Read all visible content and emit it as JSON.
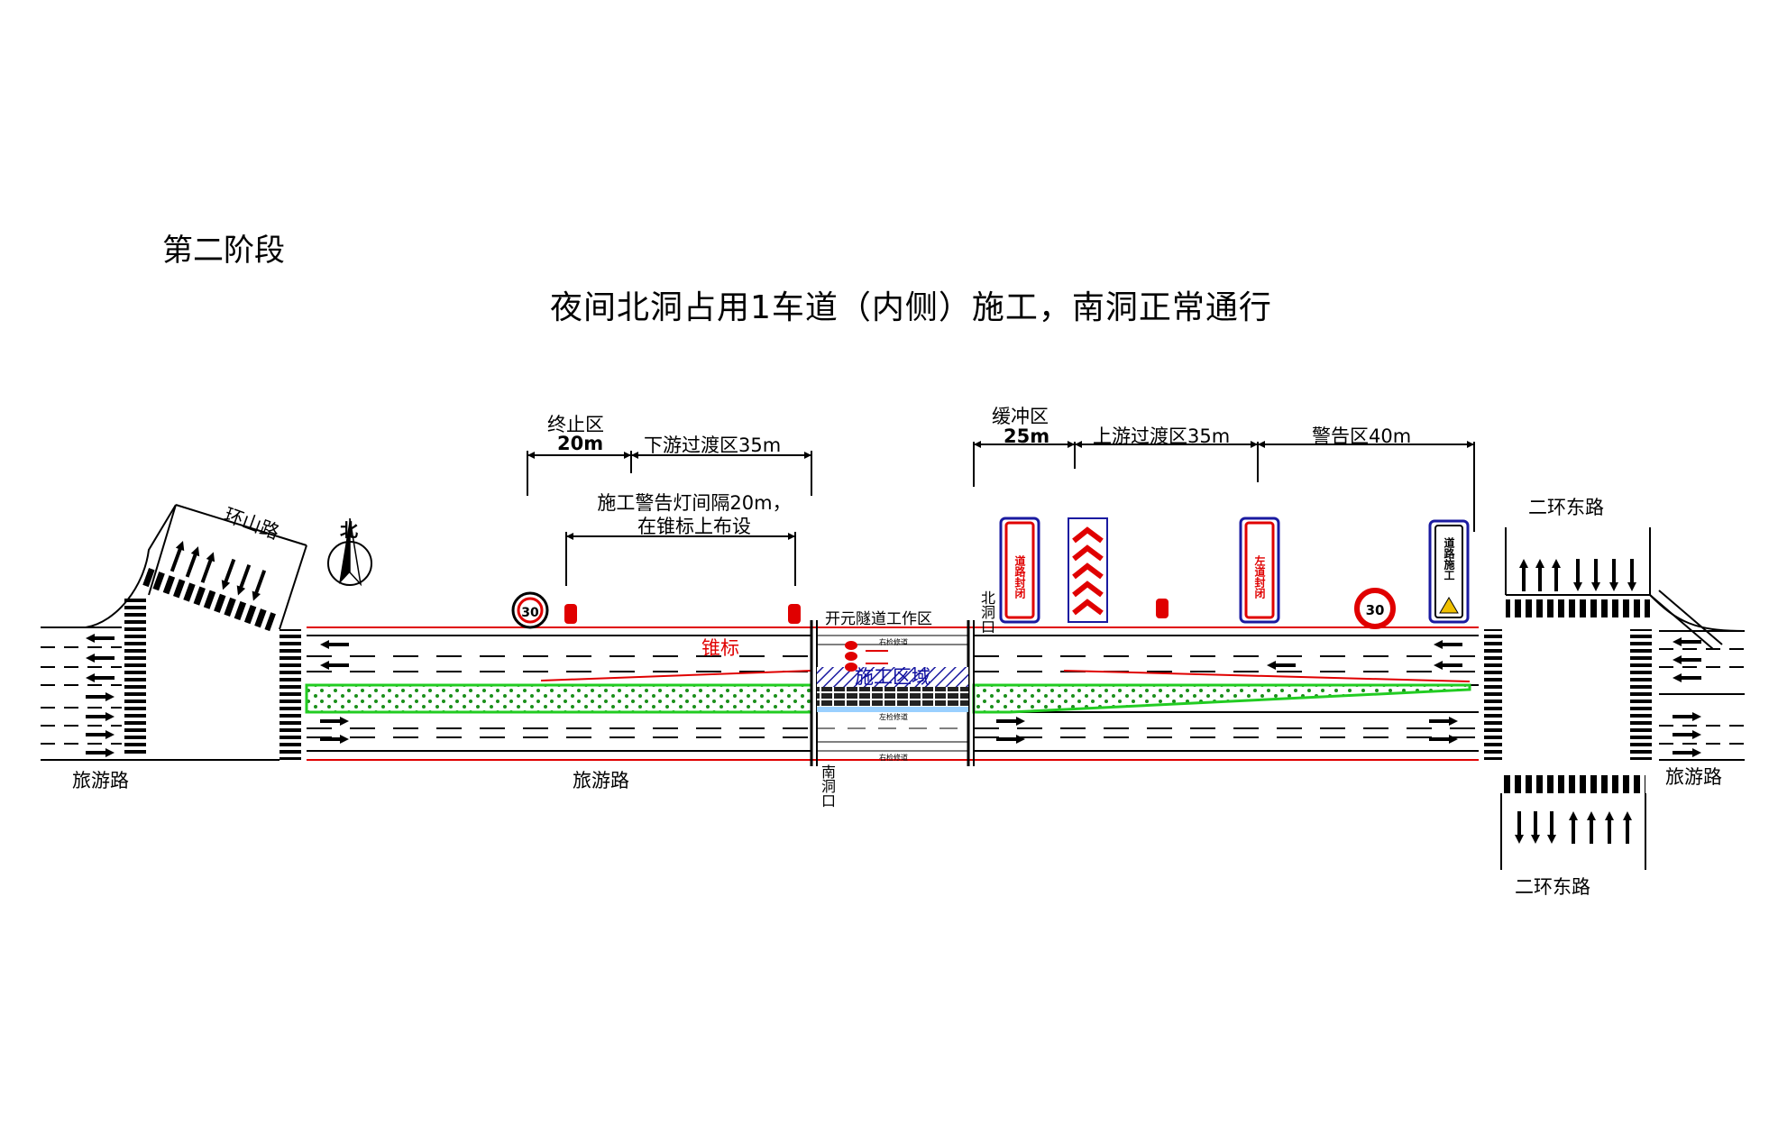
{
  "stage": "第二阶段",
  "title": "夜间北洞占用1车道（内侧）施工，南洞正常通行",
  "zones": {
    "termination": "终止区",
    "termination_len": "20m",
    "downstream_taper": "下游过渡区35m",
    "buffer": "缓冲区",
    "buffer_len": "25m",
    "upstream_taper": "上游过渡区35m",
    "warning": "警告区40m"
  },
  "notes": {
    "lamp_line1": "施工警告灯间隔20m，",
    "lamp_line2": "在锥标上布设",
    "cone": "锥标",
    "work_area": "开元隧道工作区",
    "construction_zone": "施工区域",
    "curb": "右检修道",
    "curb_left": "左检修道"
  },
  "roads": {
    "huanshan": "环山路",
    "lvyou_left": "旅游路",
    "lvyou_mid": "旅游路",
    "lvyou_right": "旅游路",
    "erhuan_top": "二环东路",
    "erhuan_bottom": "二环东路"
  },
  "compass": "北",
  "portals": {
    "north": "北洞口",
    "south": "南洞口"
  },
  "signs": {
    "road_closed": "道路封闭",
    "left_lane_closed": "左道封闭",
    "road_work": "道路施工",
    "speed_limit": "30"
  },
  "colors": {
    "sign_red": "#e00000",
    "median_green": "#22cc22",
    "sign_blue": "#1a1aa0",
    "sign_orange": "#f08c00"
  }
}
